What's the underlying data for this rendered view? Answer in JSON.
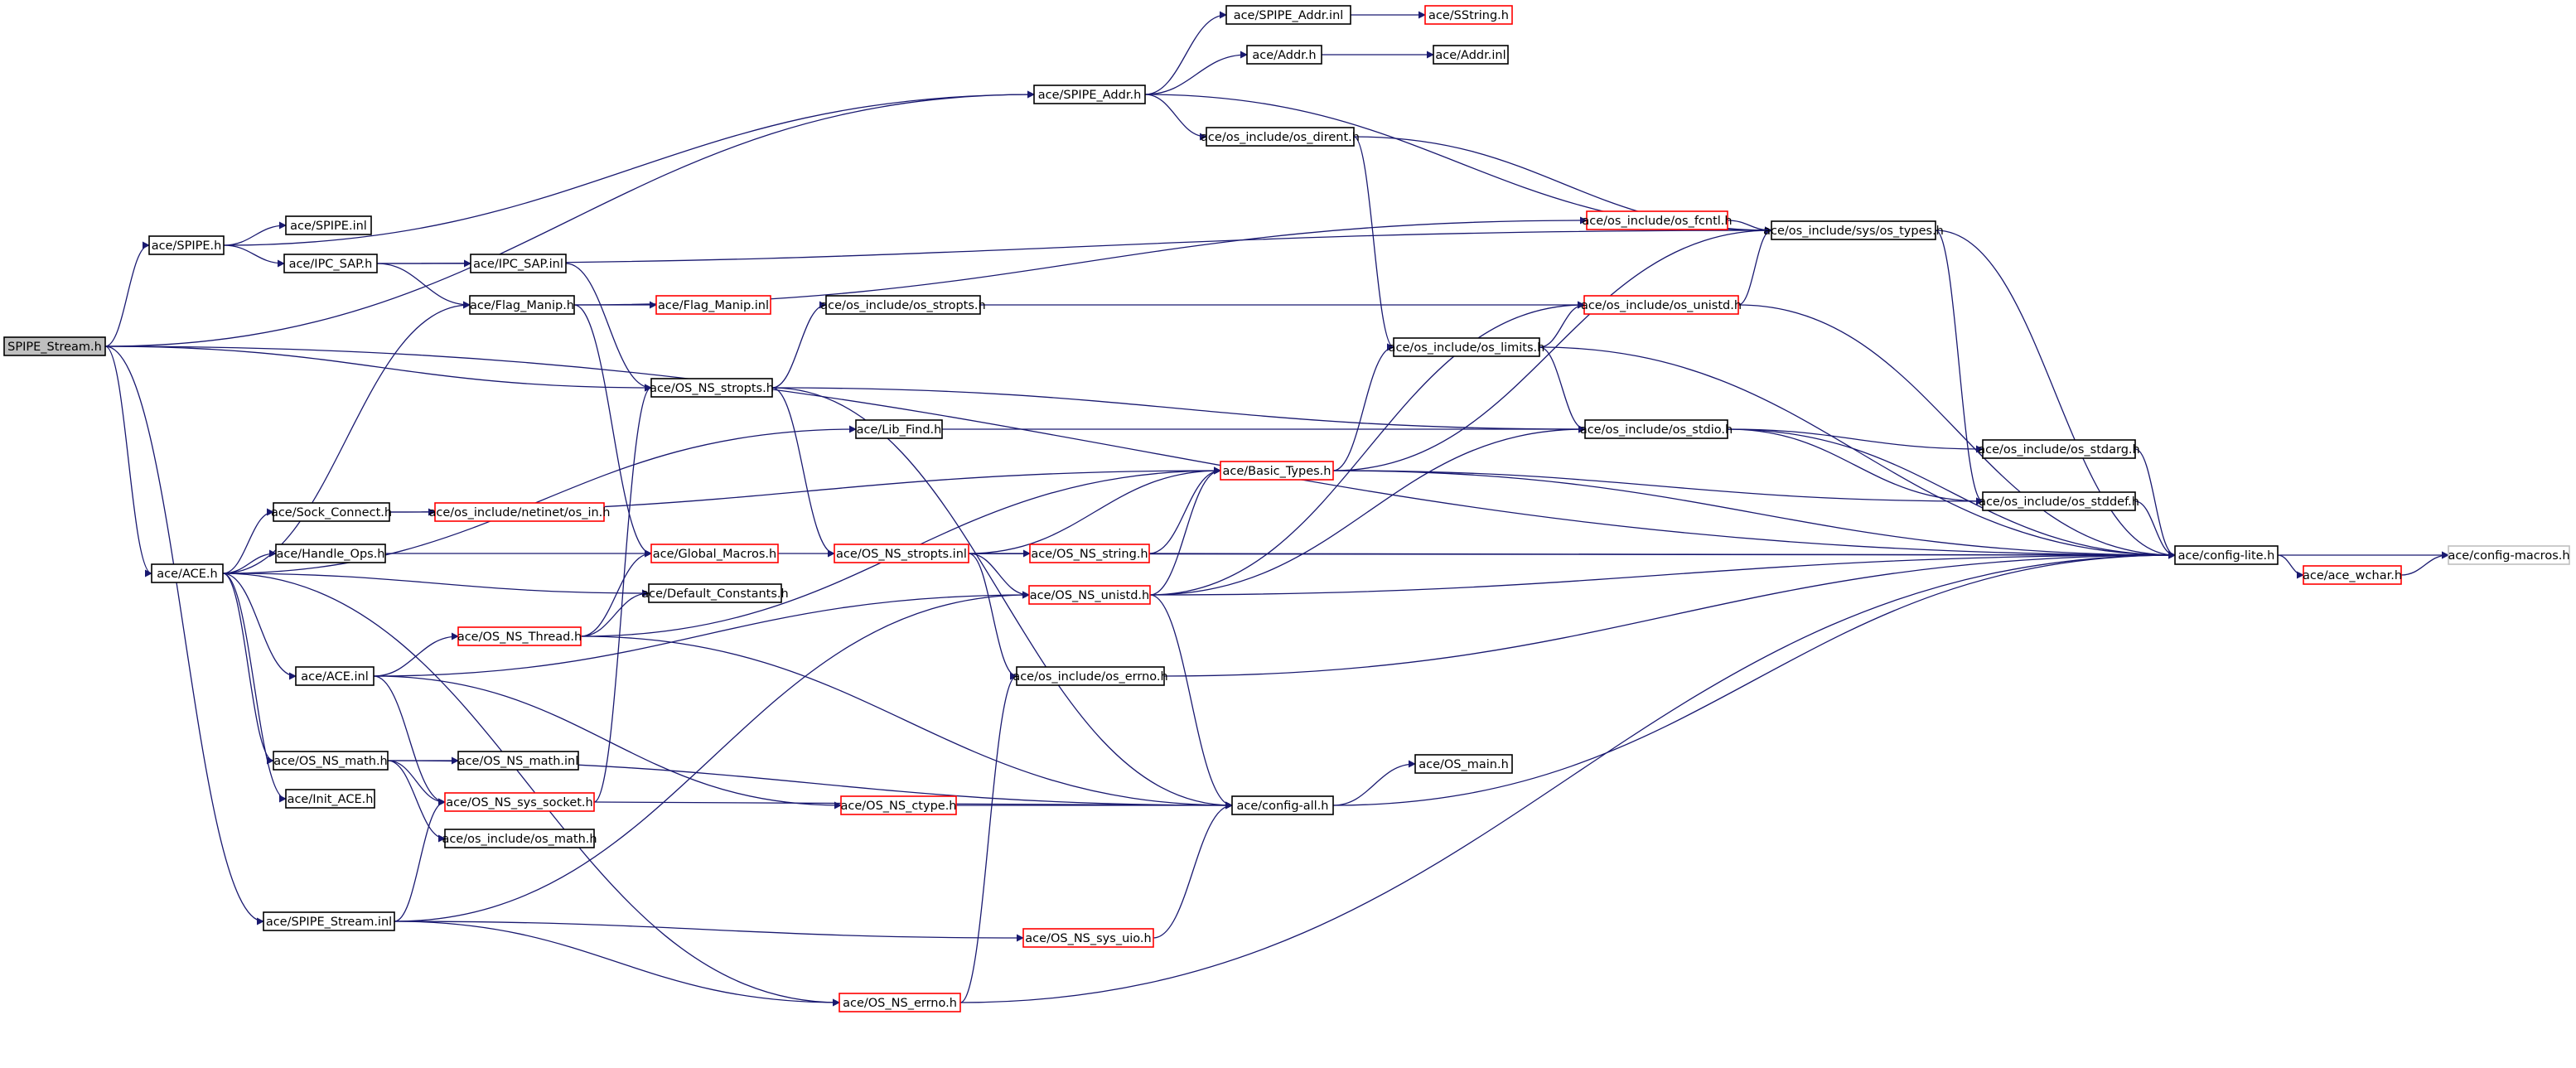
{
  "colors": {
    "root_fill": "#bfbfbf",
    "node_fill": "#ffffff",
    "normal_border": "#000000",
    "missing_border": "#ff0000",
    "external_border": "#bfbfbf",
    "edge": "#191970"
  },
  "nodes": [
    {
      "id": "root",
      "label": "SPIPE_Stream.h",
      "style": "root"
    },
    {
      "id": "spipe_addr_inl",
      "label": "ace/SPIPE_Addr.inl",
      "style": "normal"
    },
    {
      "id": "sstring_h",
      "label": "ace/SString.h",
      "style": "missing"
    },
    {
      "id": "addr_h",
      "label": "ace/Addr.h",
      "style": "normal"
    },
    {
      "id": "addr_inl",
      "label": "ace/Addr.inl",
      "style": "normal"
    },
    {
      "id": "spipe_addr_h",
      "label": "ace/SPIPE_Addr.h",
      "style": "normal"
    },
    {
      "id": "os_dirent",
      "label": "ace/os_include/os_dirent.h",
      "style": "normal"
    },
    {
      "id": "spipe_inl",
      "label": "ace/SPIPE.inl",
      "style": "normal"
    },
    {
      "id": "os_fcntl",
      "label": "ace/os_include/os_fcntl.h",
      "style": "missing"
    },
    {
      "id": "os_types",
      "label": "ace/os_include/sys/os_types.h",
      "style": "normal"
    },
    {
      "id": "spipe_h",
      "label": "ace/SPIPE.h",
      "style": "normal"
    },
    {
      "id": "ipc_sap_h",
      "label": "ace/IPC_SAP.h",
      "style": "normal"
    },
    {
      "id": "ipc_sap_inl",
      "label": "ace/IPC_SAP.inl",
      "style": "normal"
    },
    {
      "id": "flag_manip_h",
      "label": "ace/Flag_Manip.h",
      "style": "normal"
    },
    {
      "id": "flag_manip_inl",
      "label": "ace/Flag_Manip.inl",
      "style": "missing"
    },
    {
      "id": "os_stropts",
      "label": "ace/os_include/os_stropts.h",
      "style": "normal"
    },
    {
      "id": "os_unistd",
      "label": "ace/os_include/os_unistd.h",
      "style": "missing"
    },
    {
      "id": "os_limits",
      "label": "ace/os_include/os_limits.h",
      "style": "normal"
    },
    {
      "id": "os_ns_stropts_h",
      "label": "ace/OS_NS_stropts.h",
      "style": "normal"
    },
    {
      "id": "lib_find",
      "label": "ace/Lib_Find.h",
      "style": "normal"
    },
    {
      "id": "os_stdio",
      "label": "ace/os_include/os_stdio.h",
      "style": "normal"
    },
    {
      "id": "os_stdarg",
      "label": "ace/os_include/os_stdarg.h",
      "style": "normal"
    },
    {
      "id": "basic_types",
      "label": "ace/Basic_Types.h",
      "style": "missing"
    },
    {
      "id": "sock_connect",
      "label": "ace/Sock_Connect.h",
      "style": "normal"
    },
    {
      "id": "os_in",
      "label": "ace/os_include/netinet/os_in.h",
      "style": "missing"
    },
    {
      "id": "os_stddef",
      "label": "ace/os_include/os_stddef.h",
      "style": "normal"
    },
    {
      "id": "handle_ops",
      "label": "ace/Handle_Ops.h",
      "style": "normal"
    },
    {
      "id": "global_macros",
      "label": "ace/Global_Macros.h",
      "style": "missing"
    },
    {
      "id": "os_ns_stropts_inl",
      "label": "ace/OS_NS_stropts.inl",
      "style": "missing"
    },
    {
      "id": "os_ns_string",
      "label": "ace/OS_NS_string.h",
      "style": "missing"
    },
    {
      "id": "config_lite",
      "label": "ace/config-lite.h",
      "style": "normal"
    },
    {
      "id": "config_macros",
      "label": "ace/config-macros.h",
      "style": "external"
    },
    {
      "id": "ace_h",
      "label": "ace/ACE.h",
      "style": "normal"
    },
    {
      "id": "default_constants",
      "label": "ace/Default_Constants.h",
      "style": "normal"
    },
    {
      "id": "os_ns_unistd",
      "label": "ace/OS_NS_unistd.h",
      "style": "missing"
    },
    {
      "id": "ace_wchar",
      "label": "ace/ace_wchar.h",
      "style": "missing"
    },
    {
      "id": "os_ns_thread",
      "label": "ace/OS_NS_Thread.h",
      "style": "missing"
    },
    {
      "id": "ace_inl",
      "label": "ace/ACE.inl",
      "style": "normal"
    },
    {
      "id": "os_errno",
      "label": "ace/os_include/os_errno.h",
      "style": "normal"
    },
    {
      "id": "os_ns_math_h",
      "label": "ace/OS_NS_math.h",
      "style": "normal"
    },
    {
      "id": "os_ns_math_inl",
      "label": "ace/OS_NS_math.inl",
      "style": "normal"
    },
    {
      "id": "os_main",
      "label": "ace/OS_main.h",
      "style": "normal"
    },
    {
      "id": "init_ace",
      "label": "ace/Init_ACE.h",
      "style": "normal"
    },
    {
      "id": "os_ns_sys_socket",
      "label": "ace/OS_NS_sys_socket.h",
      "style": "missing"
    },
    {
      "id": "os_ns_ctype",
      "label": "ace/OS_NS_ctype.h",
      "style": "missing"
    },
    {
      "id": "config_all",
      "label": "ace/config-all.h",
      "style": "normal"
    },
    {
      "id": "os_math",
      "label": "ace/os_include/os_math.h",
      "style": "normal"
    },
    {
      "id": "spipe_stream_inl",
      "label": "ace/SPIPE_Stream.inl",
      "style": "normal"
    },
    {
      "id": "os_ns_sys_uio",
      "label": "ace/OS_NS_sys_uio.h",
      "style": "missing"
    },
    {
      "id": "os_ns_errno",
      "label": "ace/OS_NS_errno.h",
      "style": "missing"
    }
  ]
}
